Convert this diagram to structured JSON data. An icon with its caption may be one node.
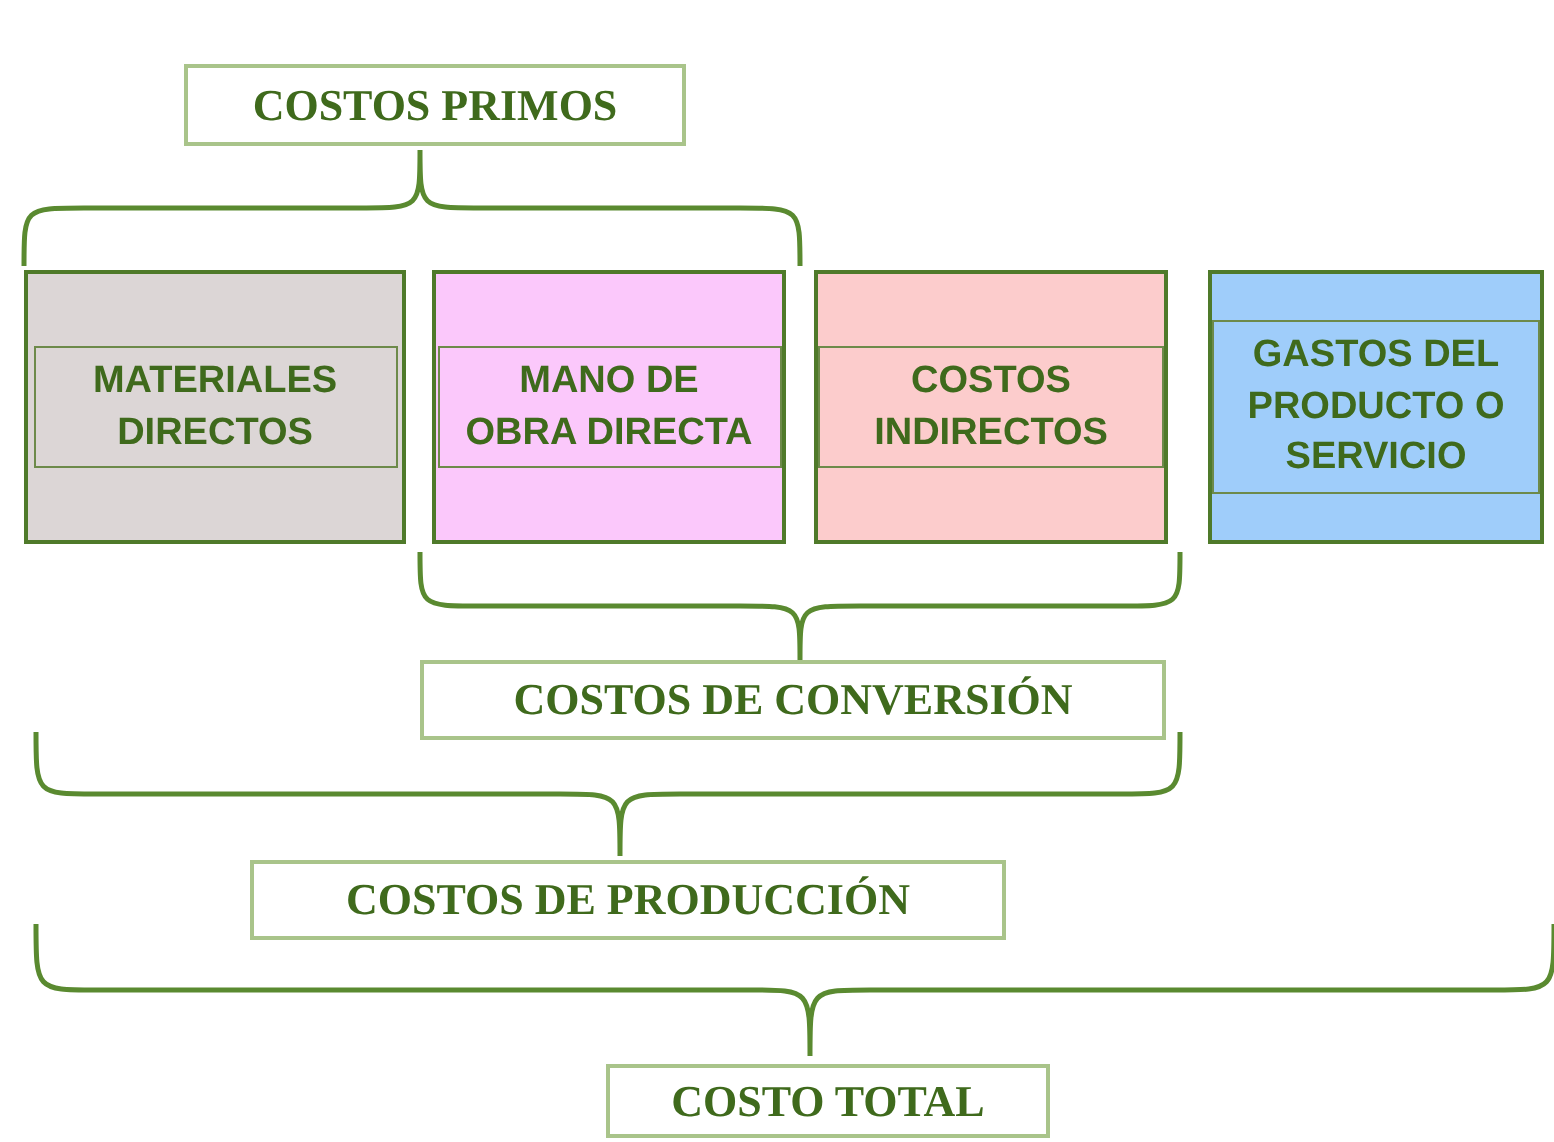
{
  "diagram": {
    "nodes": [
      {
        "text": [
          "COSTOS PRIMOS"
        ]
      },
      {
        "text": [
          "MATERIALES DIRECTOS"
        ]
      },
      {
        "text": [
          "MANO DE OBRA DIRECTA"
        ]
      },
      {
        "text": [
          "COSTOS INDIRECTOS"
        ]
      },
      {
        "text": [
          "GASTOS DEL PRODUCTO O SERVICIO"
        ]
      },
      {
        "text": [
          "COSTOS DE CONVERSIÓN"
        ]
      },
      {
        "text": [
          "COSTOS DE PRODUCCIÓN"
        ]
      },
      {
        "text": [
          "COSTO TOTAL"
        ]
      }
    ],
    "edges": []
  }
}
